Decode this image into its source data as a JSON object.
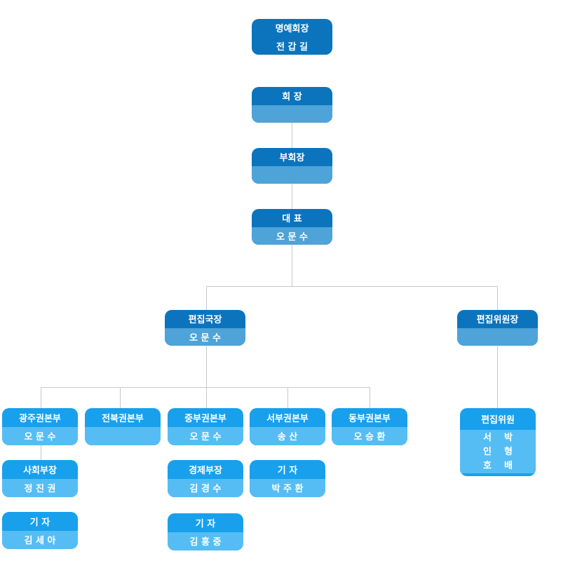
{
  "org": {
    "honorary": {
      "title": "명예회장",
      "name": "전 갑 길"
    },
    "chairman": {
      "title": "회 장",
      "name": ""
    },
    "vice_chairman": {
      "title": "부회장",
      "name": ""
    },
    "representative": {
      "title": "대 표",
      "name": "오 문 수"
    },
    "chief_editor": {
      "title": "편집국장",
      "name": "오 문 수"
    },
    "editorial_chair": {
      "title": "편집위원장",
      "name": ""
    },
    "gwangju": {
      "title": "광주권본부",
      "name": "오 문 수"
    },
    "jeonbuk": {
      "title": "전북권본부",
      "name": ""
    },
    "central": {
      "title": "중부권본부",
      "name": "오 문 수"
    },
    "west": {
      "title": "서부권본부",
      "name": "송 산"
    },
    "east": {
      "title": "동부권본부",
      "name": "오 승 환"
    },
    "editors": {
      "title": "편집위원",
      "names": [
        "서    박",
        "인    형",
        "호    배"
      ]
    },
    "social_dept": {
      "title": "사회부장",
      "name": "정 진 권"
    },
    "economy_dept": {
      "title": "경제부장",
      "name": "김 경 수"
    },
    "reporter_west": {
      "title": "기 자",
      "name": "박 주 환"
    },
    "reporter_gwangju": {
      "title": "기 자",
      "name": "김 세 아"
    },
    "reporter_central": {
      "title": "기 자",
      "name": "김 홍 중"
    }
  },
  "colors": {
    "dark_top": "#0b74bd",
    "dark_bottom": "#4ea3d8",
    "light_top": "#18a0ec",
    "light_bottom": "#55bdf4",
    "connector": "#c8c8c8"
  }
}
